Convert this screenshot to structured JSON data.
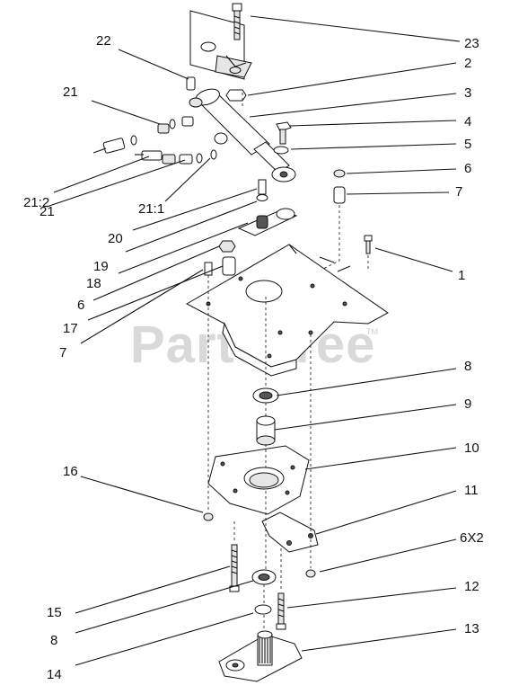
{
  "watermark": {
    "text": "PartsTree",
    "trademark": "TM"
  },
  "callouts": [
    {
      "id": "c23",
      "text": "23"
    },
    {
      "id": "c22",
      "text": "22"
    },
    {
      "id": "c2",
      "text": "2"
    },
    {
      "id": "c21a",
      "text": "21"
    },
    {
      "id": "c3",
      "text": "3"
    },
    {
      "id": "c4",
      "text": "4"
    },
    {
      "id": "c5",
      "text": "5"
    },
    {
      "id": "c6a",
      "text": "6"
    },
    {
      "id": "c7a",
      "text": "7"
    },
    {
      "id": "c21-2",
      "text": "21:2"
    },
    {
      "id": "c21-1",
      "text": "21:1"
    },
    {
      "id": "c21b",
      "text": "21"
    },
    {
      "id": "c20",
      "text": "20"
    },
    {
      "id": "c19",
      "text": "19"
    },
    {
      "id": "c18",
      "text": "18"
    },
    {
      "id": "c1",
      "text": "1"
    },
    {
      "id": "c6b",
      "text": "6"
    },
    {
      "id": "c17",
      "text": "17"
    },
    {
      "id": "c7b",
      "text": "7"
    },
    {
      "id": "c8a",
      "text": "8"
    },
    {
      "id": "c9",
      "text": "9"
    },
    {
      "id": "c10",
      "text": "10"
    },
    {
      "id": "c16",
      "text": "16"
    },
    {
      "id": "c11",
      "text": "11"
    },
    {
      "id": "c6x2",
      "text": "6X2"
    },
    {
      "id": "c15",
      "text": "15"
    },
    {
      "id": "c12",
      "text": "12"
    },
    {
      "id": "c8b",
      "text": "8"
    },
    {
      "id": "c13",
      "text": "13"
    },
    {
      "id": "c14",
      "text": "14"
    }
  ]
}
